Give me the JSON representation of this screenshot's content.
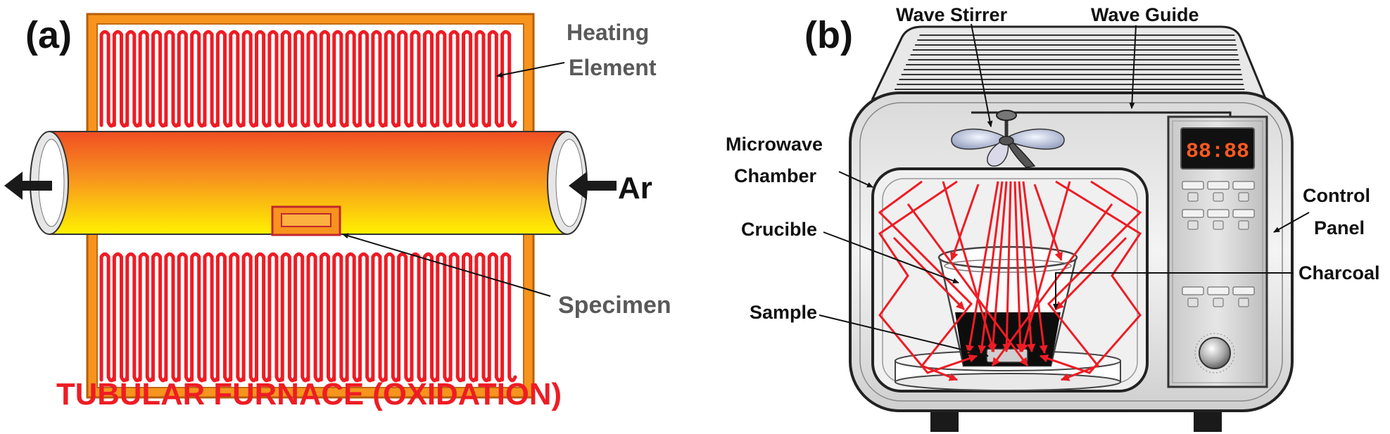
{
  "panel_a": {
    "panel_label": "(a)",
    "heating_element_label_line1": "Heating",
    "heating_element_label_line2": "Element",
    "gas_label": "Ar",
    "specimen_label": "Specimen",
    "caption": "TUBULAR FURNACE (OXIDATION)"
  },
  "panel_b": {
    "panel_label": "(b)",
    "wave_stirrer_label": "Wave Stirrer",
    "wave_guide_label": "Wave Guide",
    "microwave_chamber_label_line1": "Microwave",
    "microwave_chamber_label_line2": "Chamber",
    "crucible_label": "Crucible",
    "sample_label": "Sample",
    "control_panel_label_line1": "Control",
    "control_panel_label_line2": "Panel",
    "charcoal_label": "Charcoal",
    "display_text": "88:88"
  },
  "colors": {
    "coil_red": "#ee1c24",
    "frame_orange": "#e87a1f",
    "tube_orange": "#f15a22",
    "tube_yellow": "#fff200",
    "label_gray": "#595959",
    "label_black": "#111111",
    "caption_red": "#ee1c24"
  }
}
